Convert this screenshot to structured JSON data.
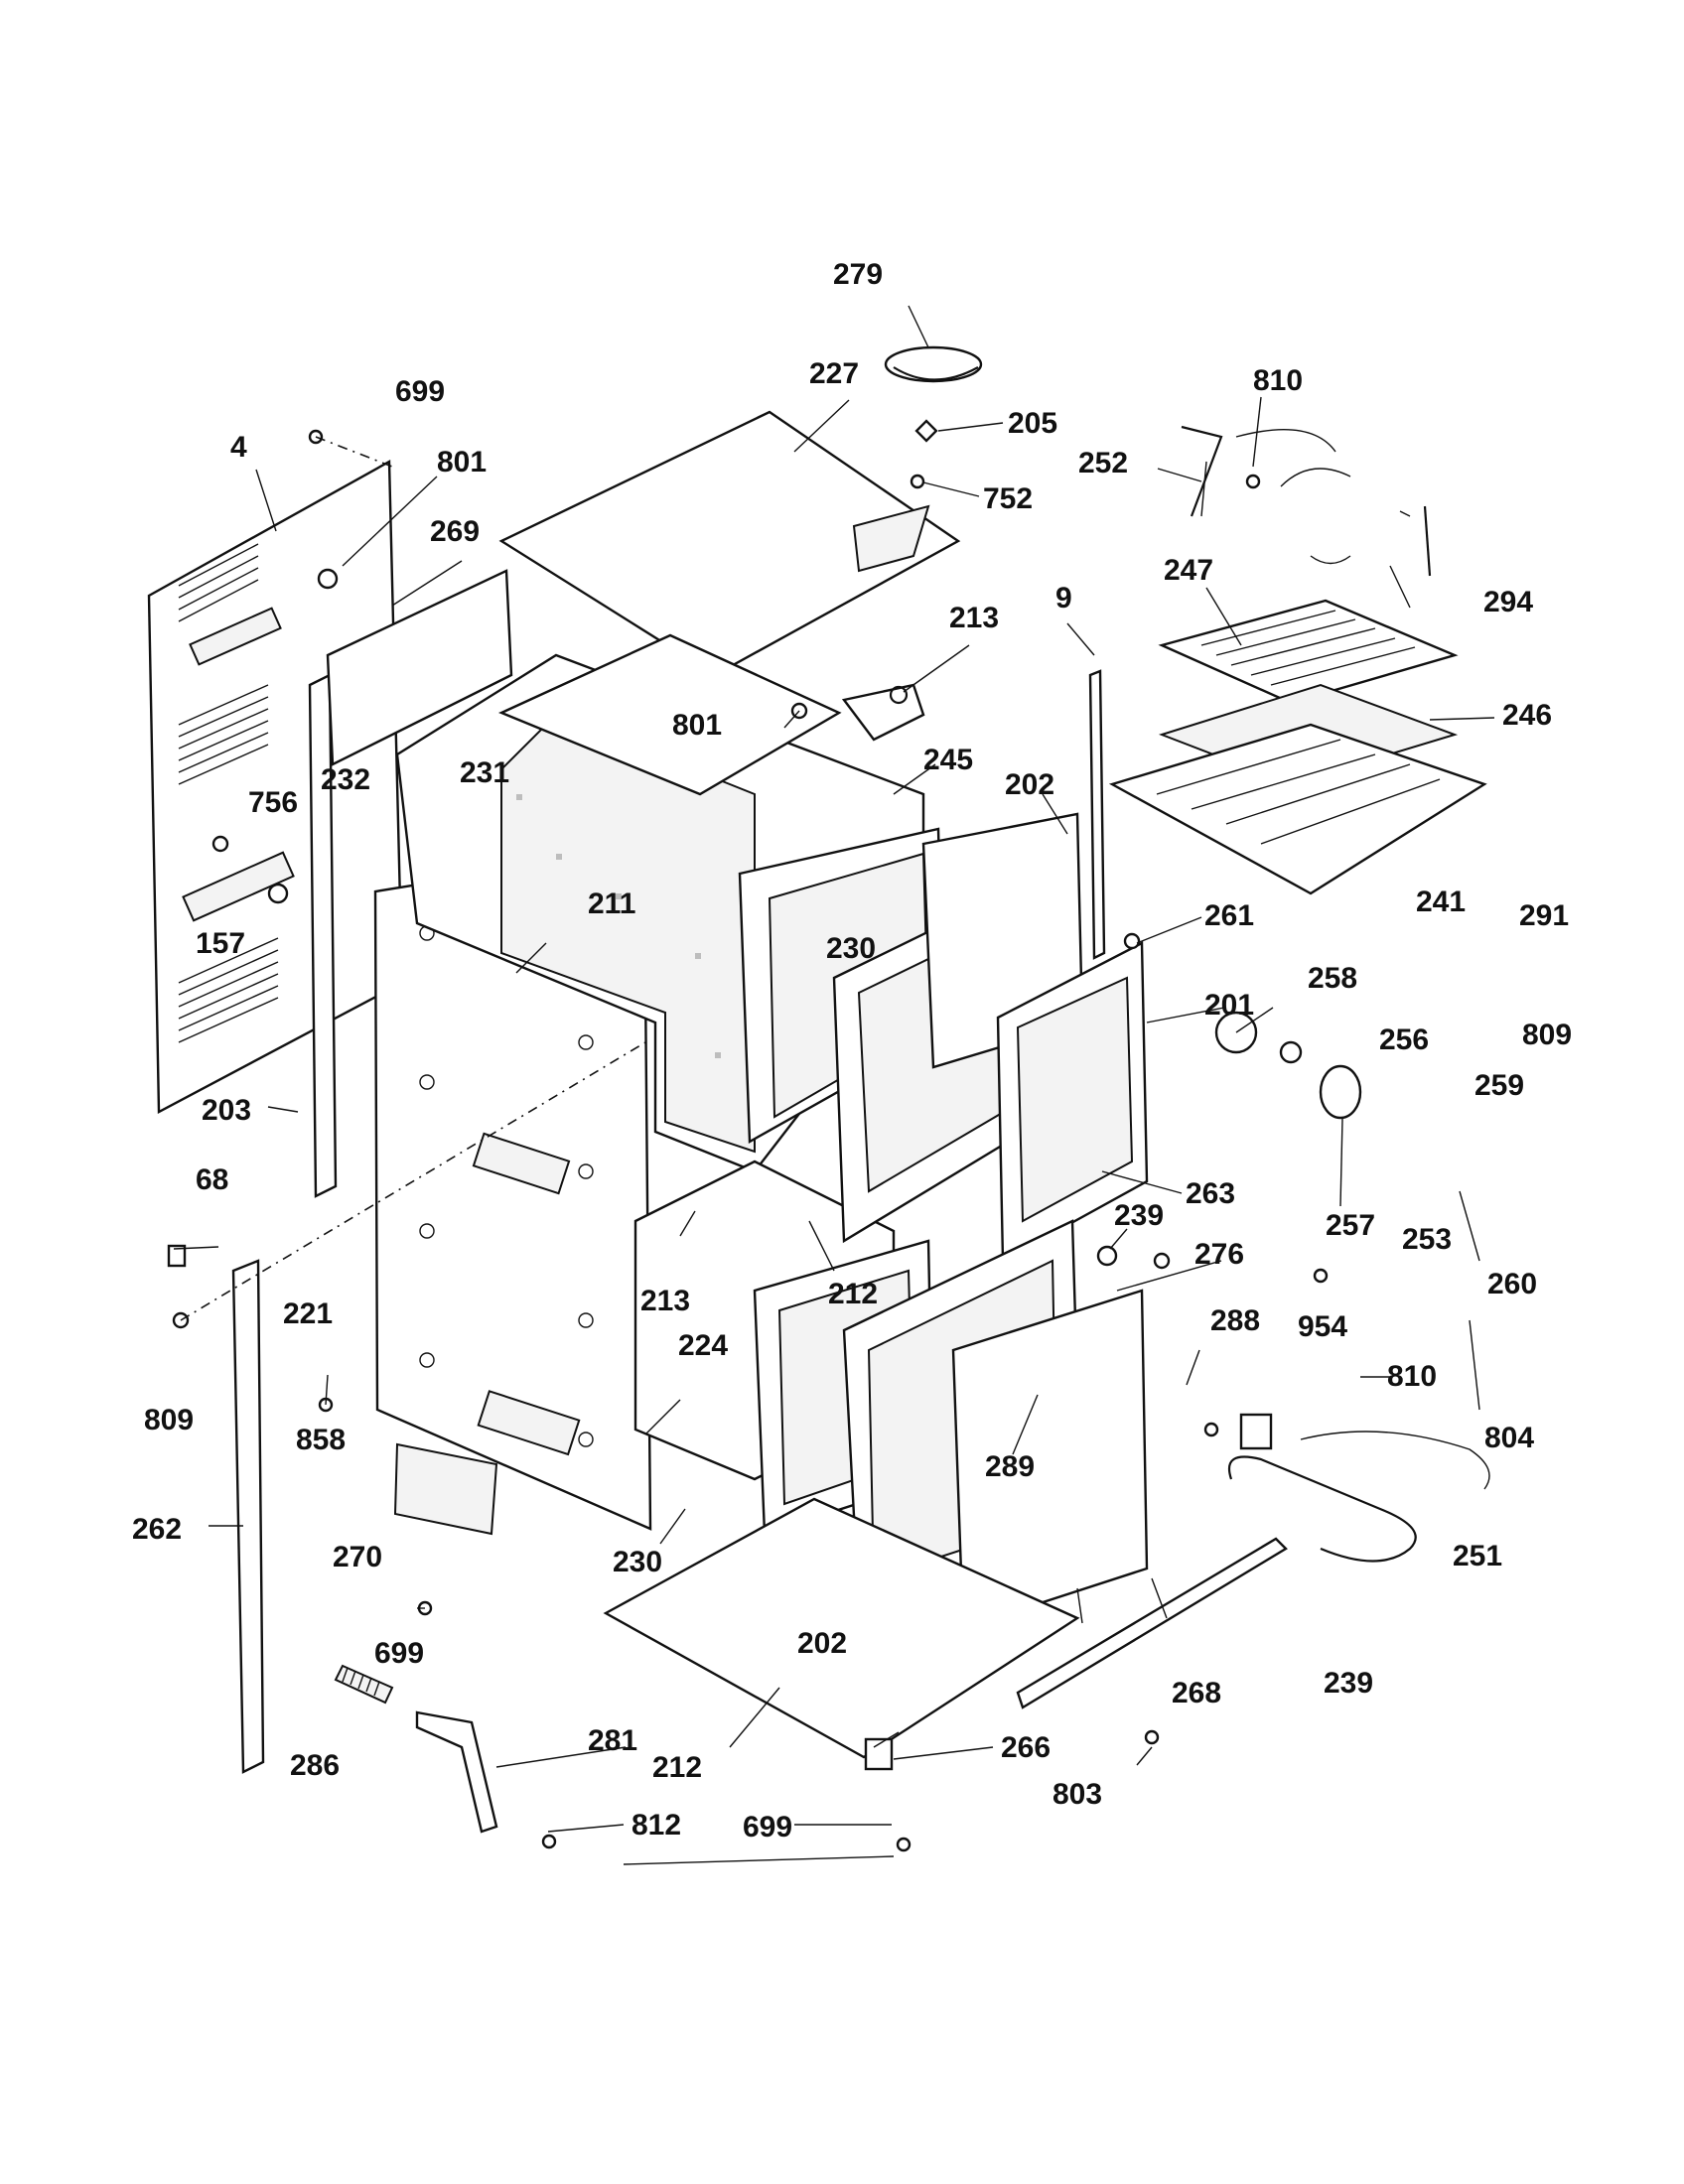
{
  "labels": {
    "l4": "4",
    "l9": "9",
    "l68": "68",
    "l157": "157",
    "l201": "201",
    "l202a": "202",
    "l202b": "202",
    "l203": "203",
    "l205": "205",
    "l211": "211",
    "l212a": "212",
    "l212b": "212",
    "l213a": "213",
    "l213b": "213",
    "l221": "221",
    "l224": "224",
    "l227": "227",
    "l230a": "230",
    "l230b": "230",
    "l231": "231",
    "l232": "232",
    "l239a": "239",
    "l239b": "239",
    "l241": "241",
    "l245": "245",
    "l246": "246",
    "l247": "247",
    "l251": "251",
    "l252": "252",
    "l253": "253",
    "l256": "256",
    "l257": "257",
    "l258": "258",
    "l259": "259",
    "l260": "260",
    "l261": "261",
    "l262": "262",
    "l263": "263",
    "l266": "266",
    "l268": "268",
    "l269": "269",
    "l270": "270",
    "l276": "276",
    "l279": "279",
    "l281": "281",
    "l286": "286",
    "l288": "288",
    "l289": "289",
    "l291": "291",
    "l294": "294",
    "l699a": "699",
    "l699b": "699",
    "l699c": "699",
    "l752": "752",
    "l756": "756",
    "l801a": "801",
    "l801b": "801",
    "l803": "803",
    "l804": "804",
    "l809a": "809",
    "l809b": "809",
    "l810a": "810",
    "l810b": "810",
    "l812": "812",
    "l858": "858",
    "l954": "954"
  }
}
